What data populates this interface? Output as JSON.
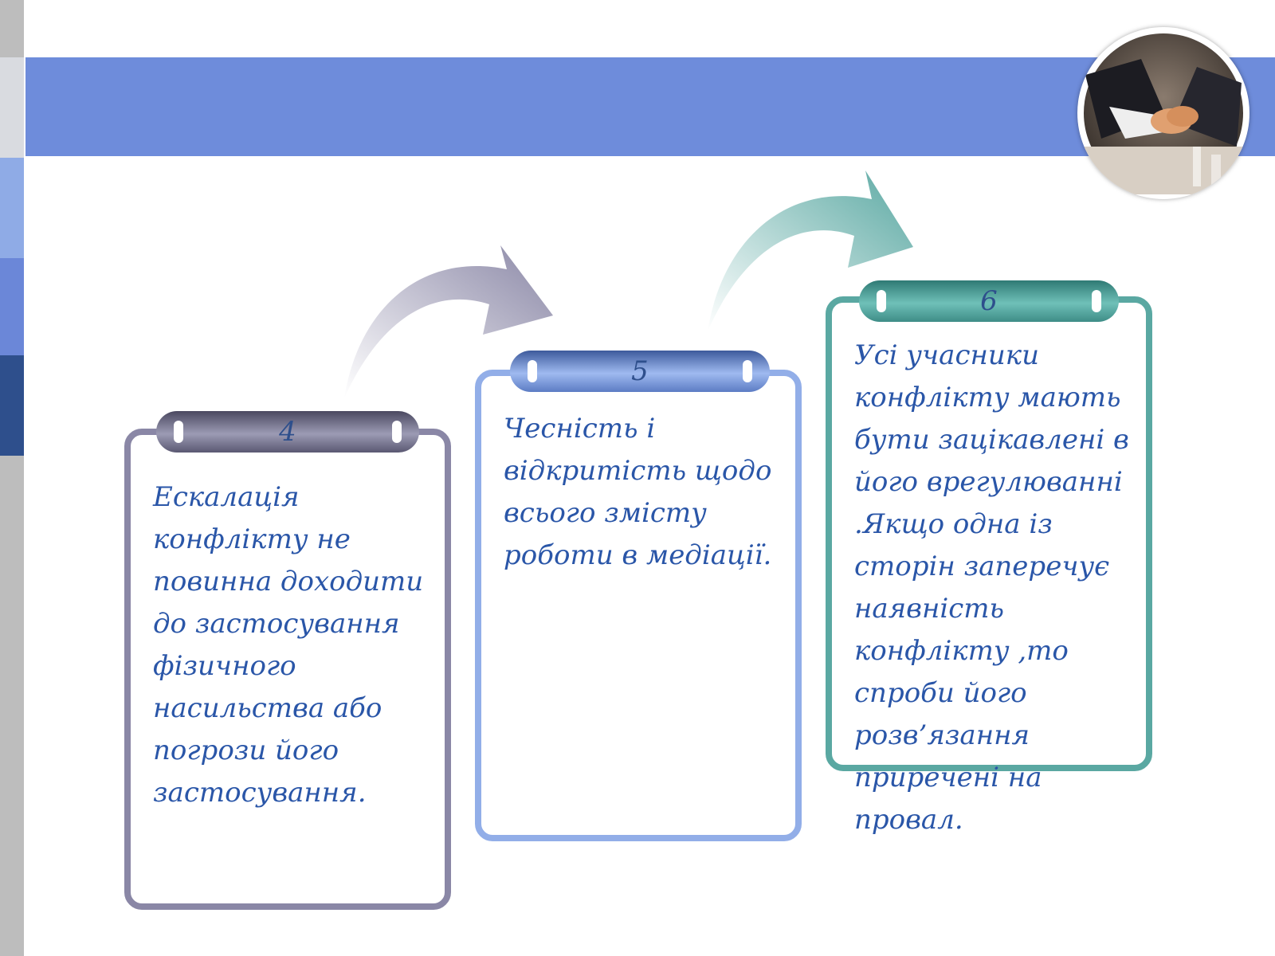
{
  "colors": {
    "banner": "#6e8cdb",
    "card_4": "#8a87a6",
    "card_5": "#92aee8",
    "card_6": "#5aa8a2",
    "text": "#2a56a8"
  },
  "icons": {
    "photo": "handshake-photo"
  },
  "steps": [
    {
      "number": "4",
      "text": "Ескалація конфлікту не повинна доходити до застосування фізичного насильства або погрози його застосування."
    },
    {
      "number": "5",
      "text": "Чесність і відкритість щодо всього змісту роботи в медіації."
    },
    {
      "number": "6",
      "text": "Усі учасники конфлікту мають бути зацікавлені в його врегулюванні .Якщо одна із сторін заперечує наявність конфлікту ,то спроби його розв’язання приречені на провал."
    }
  ]
}
